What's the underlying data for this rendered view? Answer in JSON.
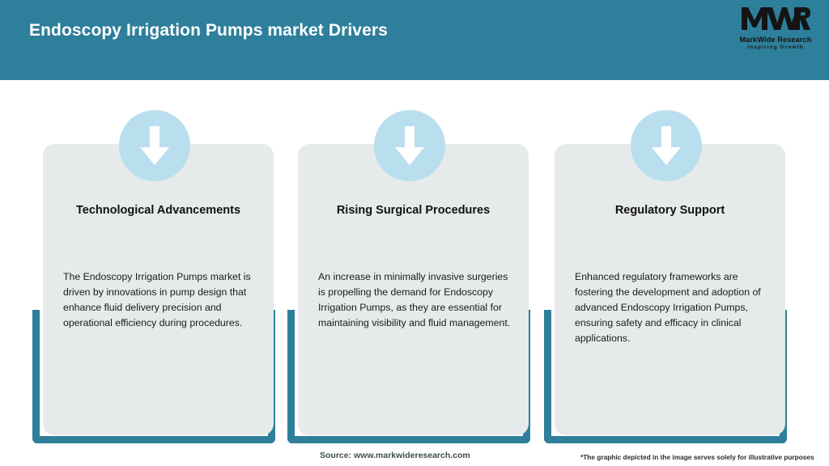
{
  "header": {
    "title": "Endoscopy Irrigation Pumps market Drivers",
    "logo": {
      "mark": "MWR",
      "name": "MarkWide Research",
      "tagline": "Inspiring Growth"
    }
  },
  "cards": [
    {
      "icon": "arrow-down-icon",
      "title": "Technological Advancements",
      "body": "The Endoscopy Irrigation Pumps market is driven by innovations in pump design that enhance fluid delivery precision and operational efficiency during procedures."
    },
    {
      "icon": "arrow-down-icon",
      "title": "Rising Surgical Procedures",
      "body": "An increase in minimally invasive surgeries is propelling the demand for Endoscopy Irrigation Pumps, as they are essential for maintaining visibility and fluid management."
    },
    {
      "icon": "arrow-down-icon",
      "title": "Regulatory Support",
      "body": "Enhanced regulatory frameworks are fostering the development and adoption of advanced Endoscopy Irrigation Pumps, ensuring safety and efficacy in clinical applications."
    }
  ],
  "footer": {
    "source": "Source: www.markwideresearch.com",
    "disclaimer": "*The graphic depicted in the image serves solely for illustrative purposes"
  },
  "colors": {
    "header_teal": "#2e7f9b",
    "card_gray": "#e6eaeb",
    "icon_blue": "#b9dfef",
    "page_white": "#ffffff",
    "text_dark": "#111111"
  }
}
